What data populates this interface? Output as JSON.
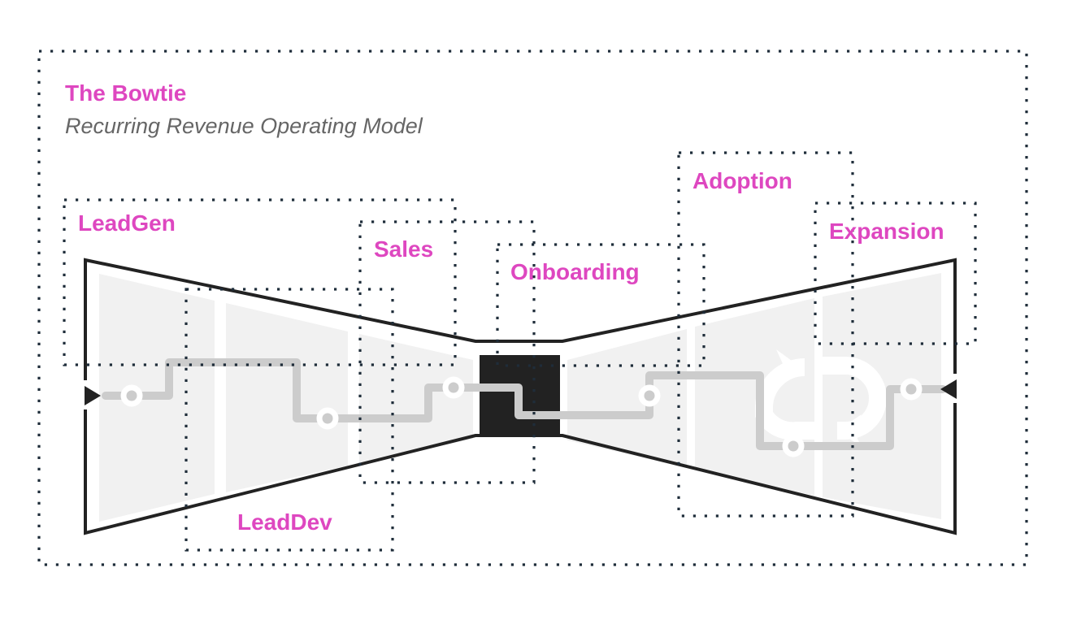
{
  "title": "The Bowtie",
  "subtitle": "Recurring Revenue Operating Model",
  "accent_color": "#de47c0",
  "stages": [
    {
      "id": "leadgen",
      "label": "LeadGen"
    },
    {
      "id": "leaddev",
      "label": "LeadDev"
    },
    {
      "id": "sales",
      "label": "Sales"
    },
    {
      "id": "onboarding",
      "label": "Onboarding"
    },
    {
      "id": "adoption",
      "label": "Adoption"
    },
    {
      "id": "expansion",
      "label": "Expansion"
    }
  ],
  "icons": {
    "input_arrow": "triangle-right-icon",
    "output_arrow": "triangle-left-icon",
    "center_block": "commit-square-icon",
    "cycle": "recurring-cycle-icon"
  }
}
